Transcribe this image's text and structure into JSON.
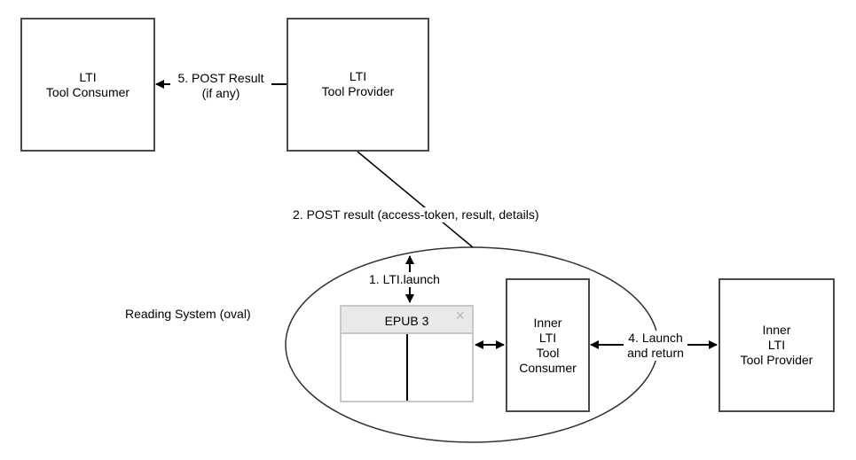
{
  "boxes": {
    "tool_consumer": {
      "line1": "LTI",
      "line2": "Tool Consumer"
    },
    "tool_provider": {
      "line1": "LTI",
      "line2": "Tool Provider"
    },
    "inner_consumer": {
      "line1": "Inner",
      "line2": "LTI",
      "line3": "Tool",
      "line4": "Consumer"
    },
    "inner_provider": {
      "line1": "Inner",
      "line2": "LTI",
      "line3": "Tool Provider"
    }
  },
  "labels": {
    "post_result_line1": "5. POST Result",
    "post_result_line2": "(if any)",
    "post_result_details": "2. POST result (access-token, result, details)",
    "lti_launch": "1. LTI.launch",
    "launch_return_line1": "4. Launch",
    "launch_return_line2": "and return",
    "reading_system": "Reading System (oval)"
  },
  "epub_window": {
    "title": "EPUB 3",
    "close_icon": "×"
  }
}
